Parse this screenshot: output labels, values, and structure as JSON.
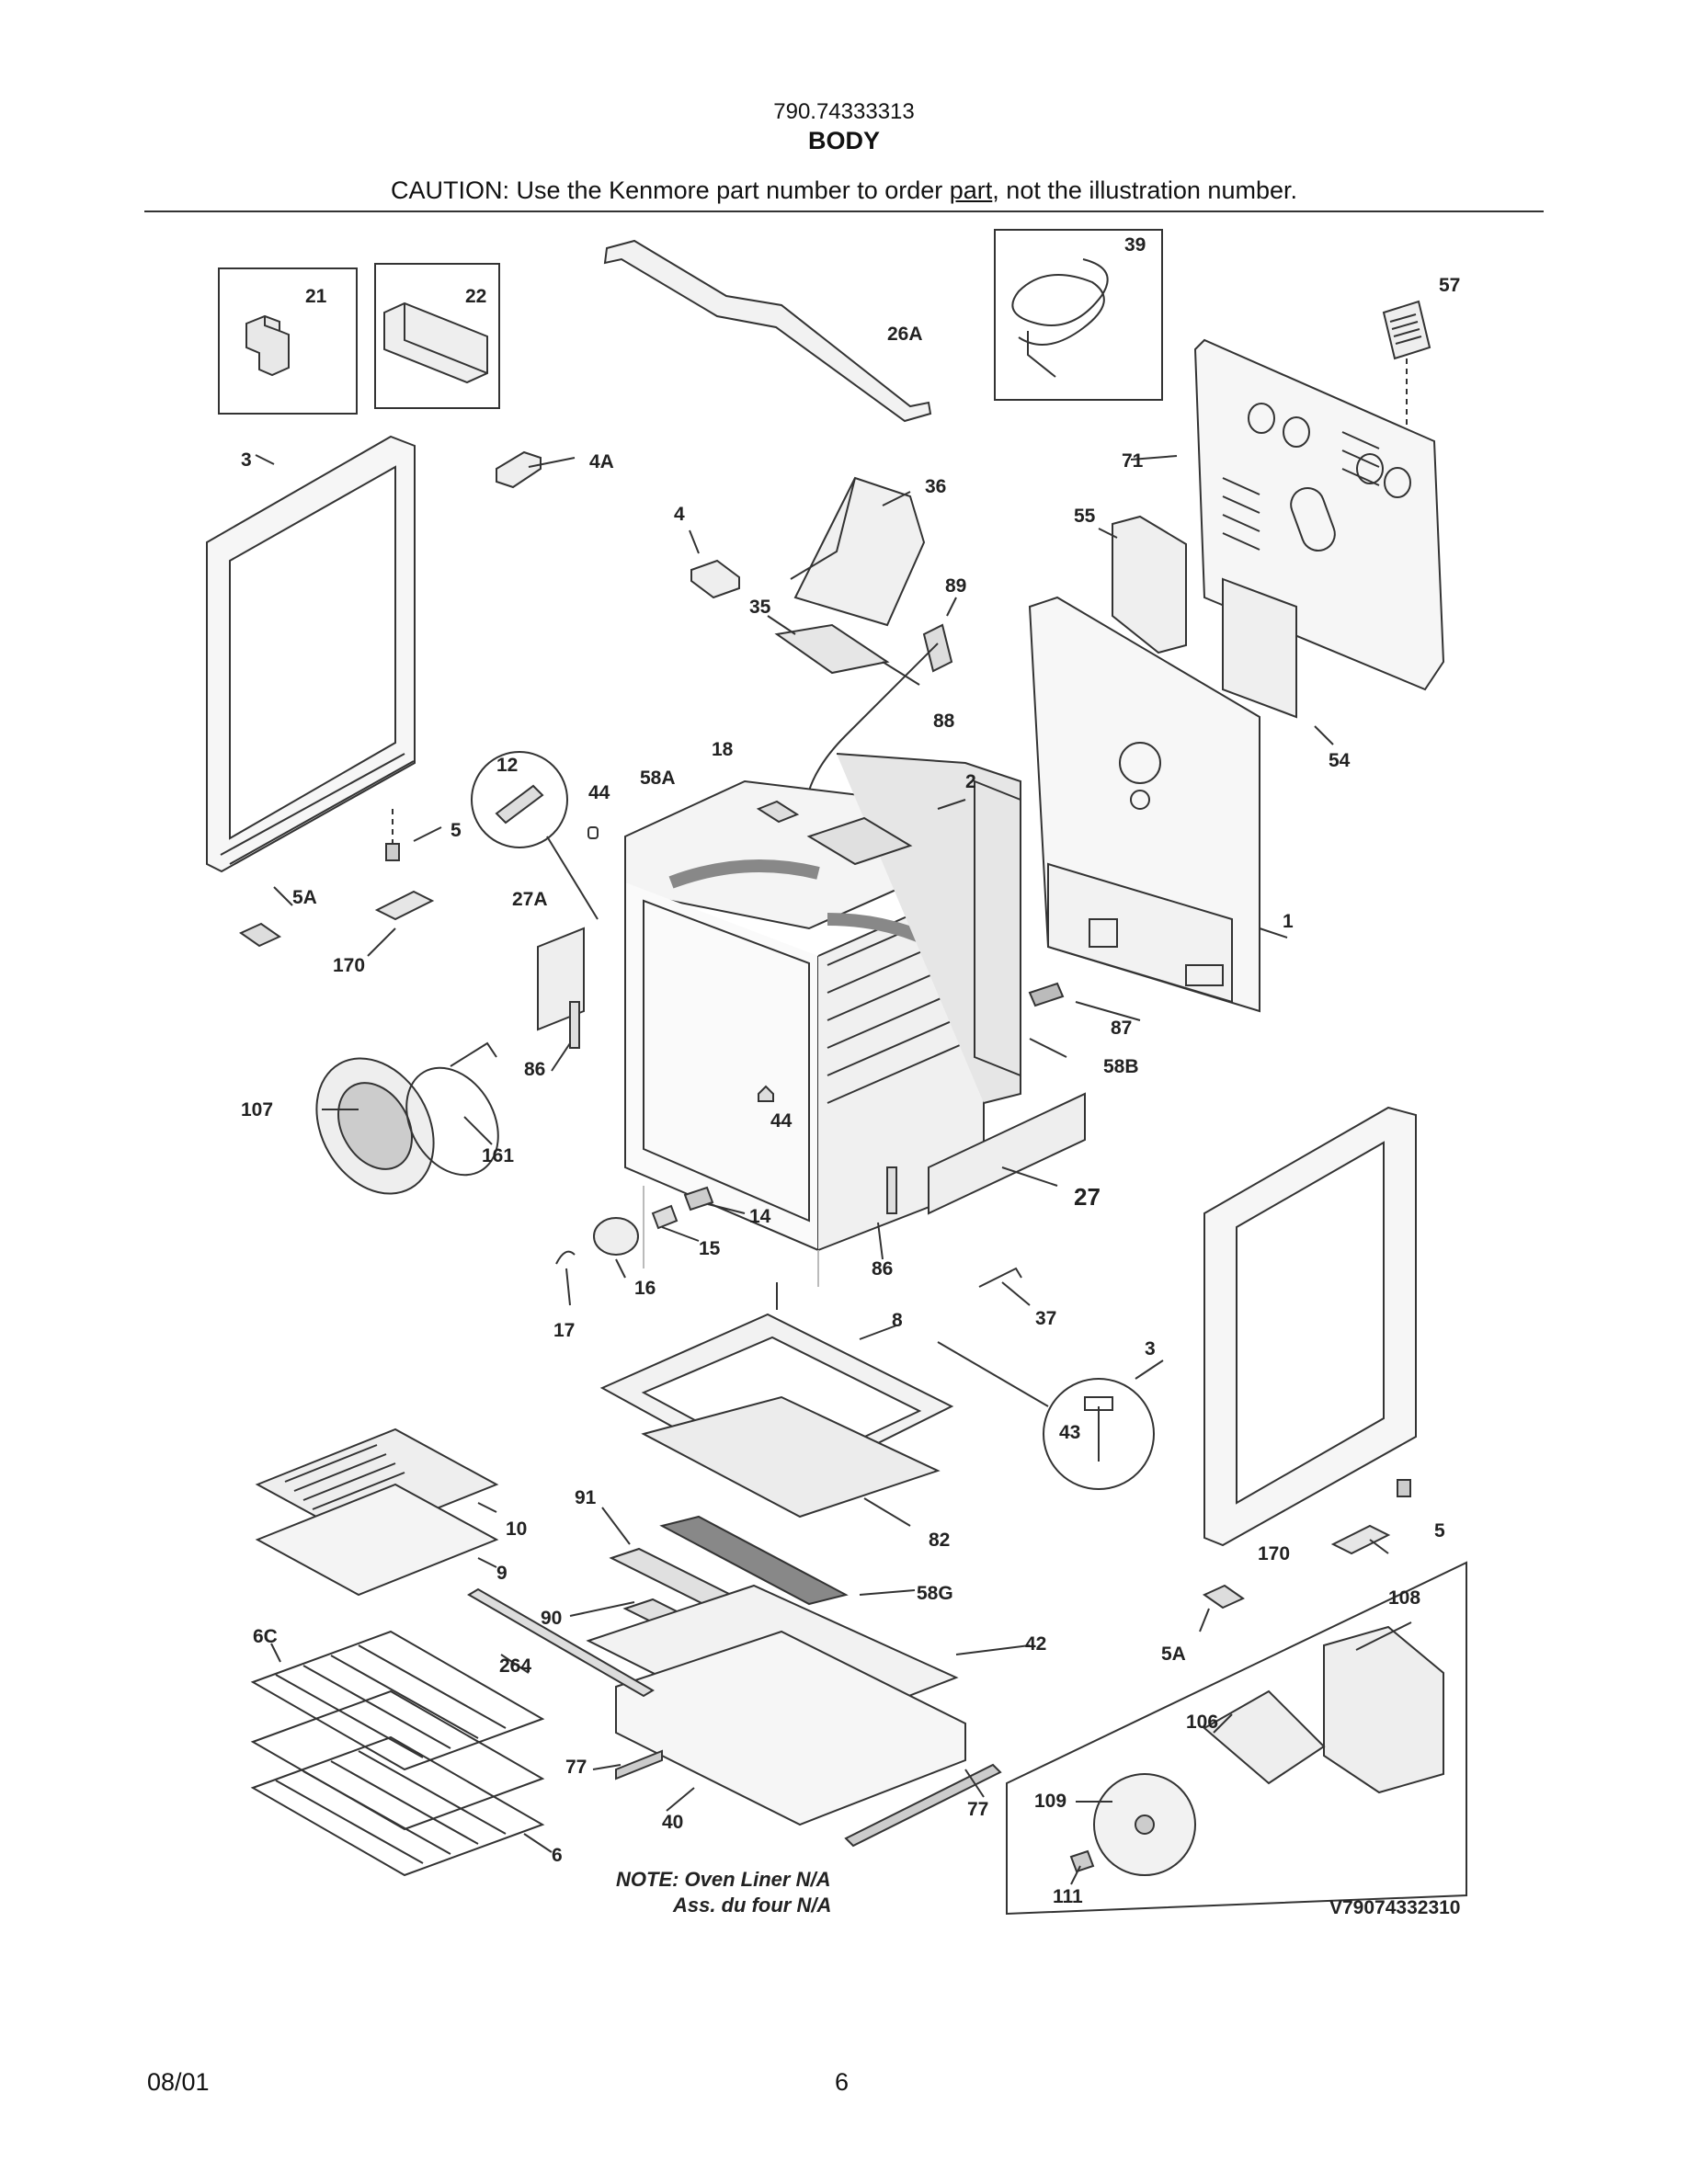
{
  "header": {
    "model_number": "790.74333313",
    "section_title": "BODY",
    "caution_prefix": "CAUTION: Use the Kenmore part number to order ",
    "caution_link": "part",
    "caution_suffix": ", not the illustration number."
  },
  "note": {
    "line1": "NOTE: Oven Liner N/A",
    "line2": "Ass. du four N/A"
  },
  "diagram_code": "V79074332310",
  "callouts": [
    "21",
    "22",
    "26A",
    "39",
    "57",
    "3",
    "4A",
    "36",
    "71",
    "4",
    "55",
    "35",
    "89",
    "88",
    "54",
    "12",
    "44",
    "18",
    "58A",
    "2",
    "1",
    "5",
    "5A",
    "27A",
    "170",
    "87",
    "86",
    "58B",
    "107",
    "161",
    "44",
    "27",
    "14",
    "15",
    "86",
    "3",
    "16",
    "17",
    "37",
    "8",
    "43",
    "5",
    "10",
    "170",
    "91",
    "82",
    "9",
    "58G",
    "108",
    "90",
    "42",
    "5A",
    "6C",
    "264",
    "106",
    "77",
    "77",
    "109",
    "40",
    "6",
    "111"
  ],
  "footer": {
    "date": "08/01",
    "page_number": "6"
  },
  "colors": {
    "line": "#333333",
    "part_fill": "#f2f2f2",
    "dark_part": "#7a7a7a",
    "ghost": "#bdbdbd"
  }
}
